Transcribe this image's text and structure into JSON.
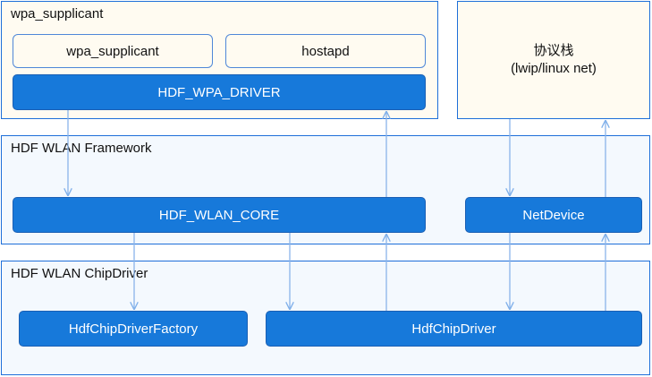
{
  "layers": {
    "wpa": {
      "title": "wpa_supplicant",
      "wpa_box": "wpa_supplicant",
      "hostapd_box": "hostapd",
      "driver_bar": "HDF_WPA_DRIVER"
    },
    "stack": {
      "line1": "协议栈",
      "line2": "(lwip/linux net)"
    },
    "framework": {
      "title": "HDF WLAN Framework",
      "core_bar": "HDF_WLAN_CORE",
      "netdevice_bar": "NetDevice"
    },
    "chipdriver": {
      "title": "HDF WLAN ChipDriver",
      "factory_bar": "HdfChipDriverFactory",
      "driver_bar": "HdfChipDriver"
    }
  },
  "colors": {
    "frame_border": "#1e6fd9",
    "frame_fill_blue": "#f4f9fe",
    "frame_fill_cream": "#fffbf1",
    "bar_fill": "#1779da",
    "arrow": "#8ab4ea"
  }
}
